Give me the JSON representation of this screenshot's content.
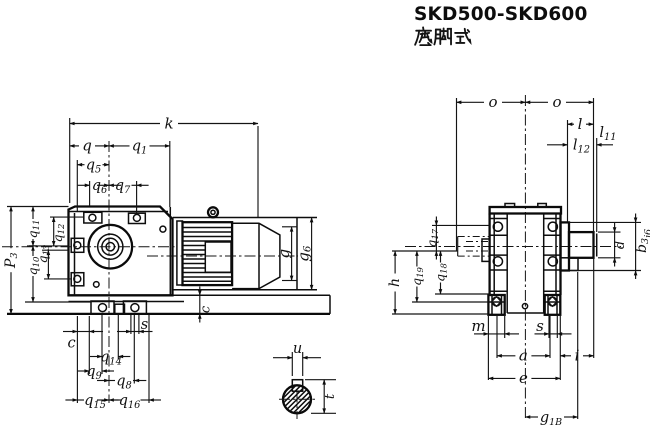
{
  "header": {
    "title": "SKD500-SKD600",
    "subtitle": "底脚式"
  },
  "front_view": {
    "top_dims": {
      "k": "k",
      "q": "q",
      "q1": "q₁",
      "q5": "q₅",
      "q6": "q₆",
      "q7": "q₇"
    },
    "left_dims": {
      "p3": "P₃",
      "q11": "q₁₁",
      "q10": "q₁₀",
      "q12": "q₁₂",
      "q13": "q₁₃"
    },
    "bottom_dims": {
      "c": "c",
      "s": "s",
      "q14": "q₁₄",
      "q9": "q₉",
      "q8": "q₈",
      "q15": "q₁₅",
      "q16": "q₁₆"
    },
    "right_dims": {
      "c": "c",
      "g": "g",
      "g6": "g₆"
    },
    "shaft_detail": {
      "u": "u",
      "t": "t"
    }
  },
  "side_view": {
    "top_dims": {
      "o_left": "o",
      "o_right": "o",
      "l": "l",
      "l12": "l₁₂",
      "l11": "l₁₁"
    },
    "left_dims": {
      "q17": "q₁₇",
      "q18": "q₁₈",
      "q19": "q₁₉",
      "h": "h"
    },
    "right_dims": {
      "d": "d",
      "b3_base": "b₃",
      "b3_tol": "j6"
    },
    "bottom_dims": {
      "m": "m",
      "s": "s",
      "a": "a",
      "i": "i",
      "e": "e",
      "g1b_base": "g",
      "g1b_sub": "1B"
    }
  }
}
